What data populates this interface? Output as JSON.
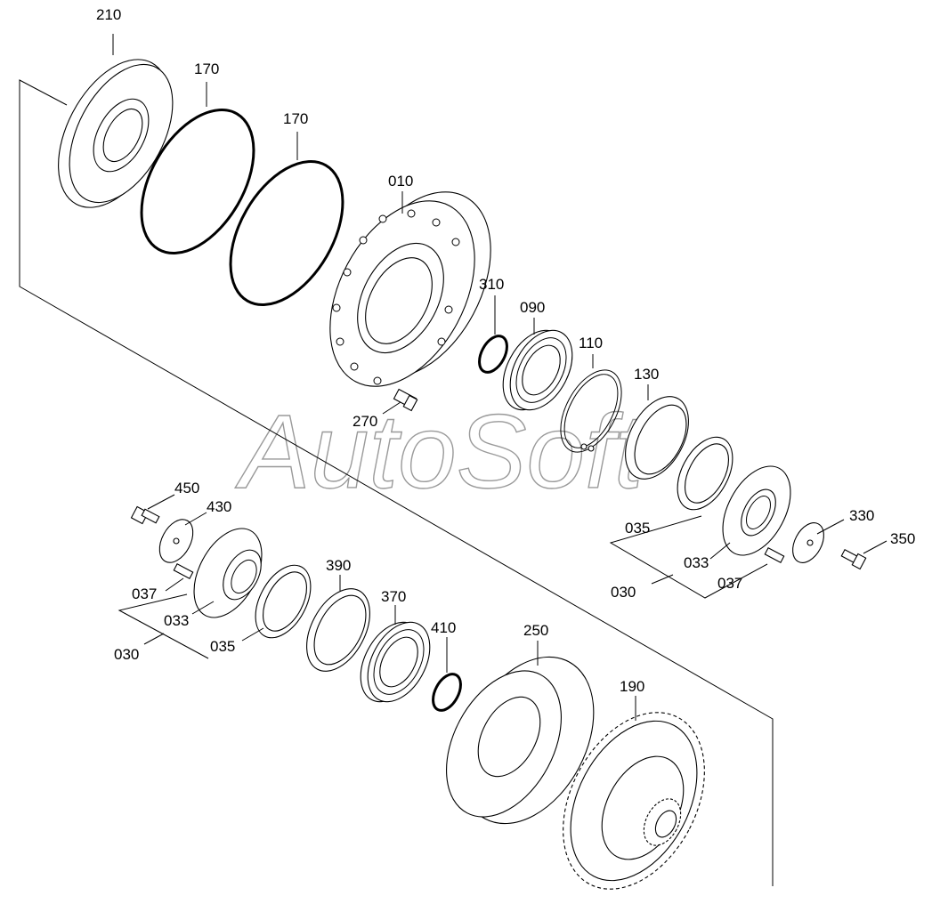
{
  "watermark": "AutoSoft",
  "callouts": {
    "p210": "210",
    "p170a": "170",
    "p170b": "170",
    "p010": "010",
    "p310": "310",
    "p090": "090",
    "p110": "110",
    "p130": "130",
    "p270": "270",
    "p450": "450",
    "p430": "430",
    "p330": "330",
    "p350": "350",
    "p035r": "035",
    "p033r": "033",
    "p030r": "030",
    "p037r": "037",
    "p037l": "037",
    "p033l": "033",
    "p030l": "030",
    "p035l": "035",
    "p390": "390",
    "p370": "370",
    "p410": "410",
    "p250": "250",
    "p190": "190"
  }
}
